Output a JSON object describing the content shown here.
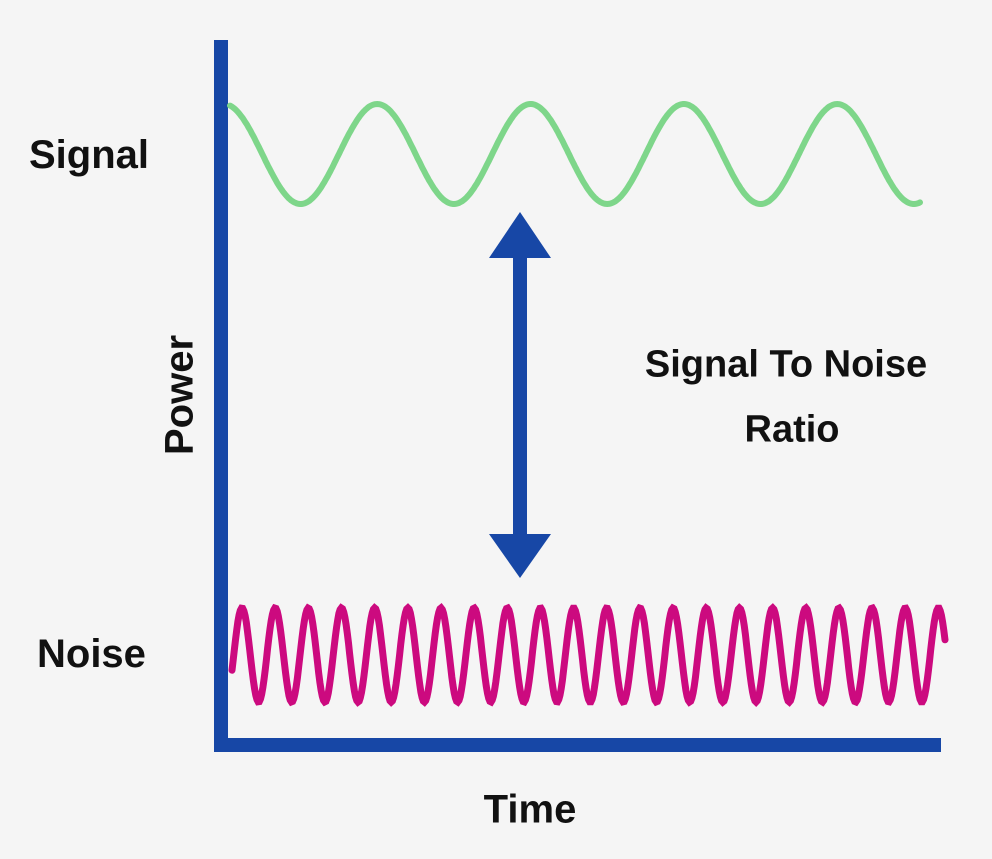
{
  "labels": {
    "signal": "Signal",
    "noise": "Noise",
    "y_axis": "Power",
    "x_axis": "Time",
    "snr_line1": "Signal To Noise",
    "snr_line2": "Ratio"
  },
  "colors": {
    "axis": "#1747a6",
    "signal_wave": "#7ed68a",
    "noise_wave": "#cc0a7f",
    "arrow": "#1747a6",
    "background": "#f5f5f5"
  },
  "waves": {
    "signal_cycles": 4.5,
    "noise_cycles": 21.5
  }
}
